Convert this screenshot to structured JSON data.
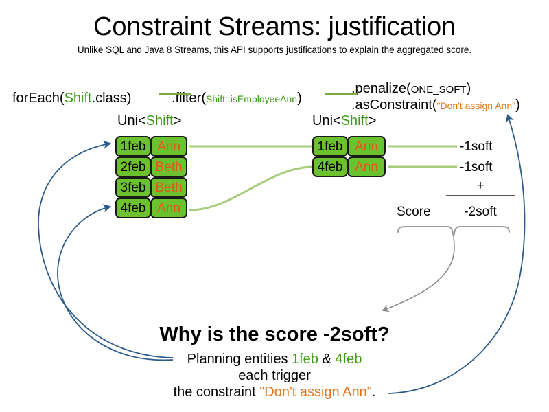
{
  "slide": {
    "title": "Constraint Streams: justification",
    "subtitle": "Unlike SQL and Java 8 Streams, this API supports justifications to explain the aggregated score."
  },
  "code": {
    "foreach": {
      "prefix": "forEach(",
      "type": "Shift",
      "suffix": ".class)"
    },
    "filter": {
      "prefix": ".filter(",
      "lambda": "Shift::isEmployeeAnn",
      "suffix": ")"
    },
    "penalize": {
      "prefix": ".penalize(",
      "arg": "ONE_SOFT",
      "suffix": ")"
    },
    "as_constraint": {
      "prefix": ".asConstraint(",
      "arg": "\"Don't assign Ann\"",
      "suffix": ")"
    }
  },
  "streams": {
    "left": {
      "header_prefix": "Uni<",
      "header_type": "Shift",
      "header_suffix": ">",
      "rows": [
        {
          "date": "1feb",
          "name": "Ann"
        },
        {
          "date": "2feb",
          "name": "Beth"
        },
        {
          "date": "3feb",
          "name": "Beth"
        },
        {
          "date": "4feb",
          "name": "Ann"
        }
      ]
    },
    "right": {
      "header_prefix": "Uni<",
      "header_type": "Shift",
      "header_suffix": ">",
      "rows": [
        {
          "date": "1feb",
          "name": "Ann"
        },
        {
          "date": "4feb",
          "name": "Ann"
        }
      ]
    }
  },
  "score": {
    "impacts": [
      "-1soft",
      "-1soft"
    ],
    "operator": "+",
    "label": "Score",
    "total": "-2soft"
  },
  "explanation": {
    "heading": "Why is the score -2soft?",
    "line1_prefix": "Planning entities ",
    "line1_entity_a": "1feb",
    "line1_amp": " & ",
    "line1_entity_b": "4feb",
    "line2": "each trigger",
    "line3_prefix": "the constraint ",
    "line3_constraint": "\"Don't assign Ann\"",
    "line3_suffix": "."
  },
  "colors": {
    "box_fill": "#6cc22e",
    "box_border": "#1a1a1a",
    "type_green": "#3b9c13",
    "name_orange": "#e2551b",
    "string_orange": "#e07b16",
    "connector_green": "#a8cc7c",
    "arrow_blue": "#2e5c8a",
    "brace_gray": "#8a8a8a"
  }
}
